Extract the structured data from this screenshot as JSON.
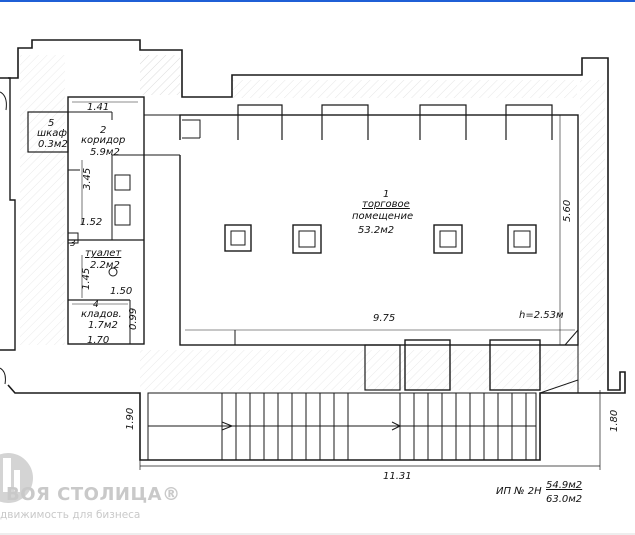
{
  "colors": {
    "frame": "#1f5fd6",
    "line": "#1a1a1a",
    "hatch": "#666666",
    "watermark": "#c9c9c9"
  },
  "rooms": {
    "r1": {
      "number": "1",
      "name_1": "торговое",
      "name_2": "помещение",
      "area": "53.2м2"
    },
    "r2": {
      "number": "2",
      "name": "коридор",
      "area": "5.9м2"
    },
    "r3": {
      "number": "3",
      "name": "туалет",
      "area": "2.2м2"
    },
    "r4": {
      "number": "4",
      "name": "кладов.",
      "area": "1.7м2"
    },
    "r5": {
      "number": "5",
      "name": "шкаф",
      "area": "0.3м2"
    }
  },
  "dimensions": {
    "d141": "1.41",
    "d345": "3.45",
    "d152": "1.52",
    "d145": "1.45",
    "d150": "1.50",
    "d099": "0.99",
    "d170": "1.70",
    "d560": "5.60",
    "d975": "9.75",
    "height": "h=2.53м",
    "d190": "1.90",
    "d180": "1.80",
    "d1131": "11.31"
  },
  "summary": {
    "label": "ИП № 2Н",
    "total_1": "54.9м2",
    "total_2": "63.0м2"
  },
  "watermark": {
    "title": "ВОЯ СТОЛИЦА®",
    "subtitle": "движимость для бизнеса",
    "logo_icon": "building-logo-icon"
  }
}
